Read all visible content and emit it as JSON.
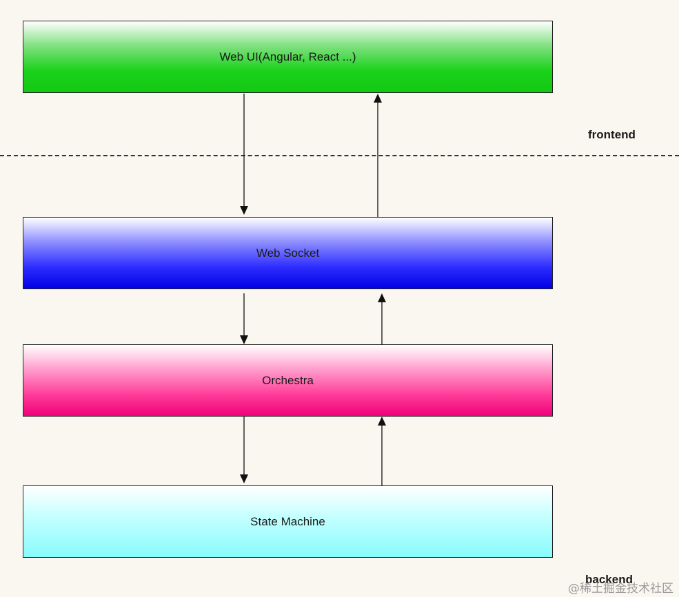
{
  "diagram": {
    "boxes": {
      "web_ui": "Web UI(Angular, React ...)",
      "web_socket": "Web Socket",
      "orchestra": "Orchestra",
      "state_machine": "State Machine"
    },
    "layers": {
      "frontend": "frontend",
      "backend": "backend"
    },
    "edges": [
      {
        "from": "Web UI(Angular, React ...)",
        "to": "Web Socket"
      },
      {
        "from": "Web Socket",
        "to": "Web UI(Angular, React ...)"
      },
      {
        "from": "Web Socket",
        "to": "Orchestra"
      },
      {
        "from": "Orchestra",
        "to": "Web Socket"
      },
      {
        "from": "Orchestra",
        "to": "State Machine"
      },
      {
        "from": "State Machine",
        "to": "Orchestra"
      }
    ],
    "watermark": "@稀土掘金技术社区",
    "colors": {
      "web_ui": "#14c814",
      "web_socket": "#0000e6",
      "orchestra": "#f0007a",
      "state_machine": "#88fcfc"
    }
  }
}
